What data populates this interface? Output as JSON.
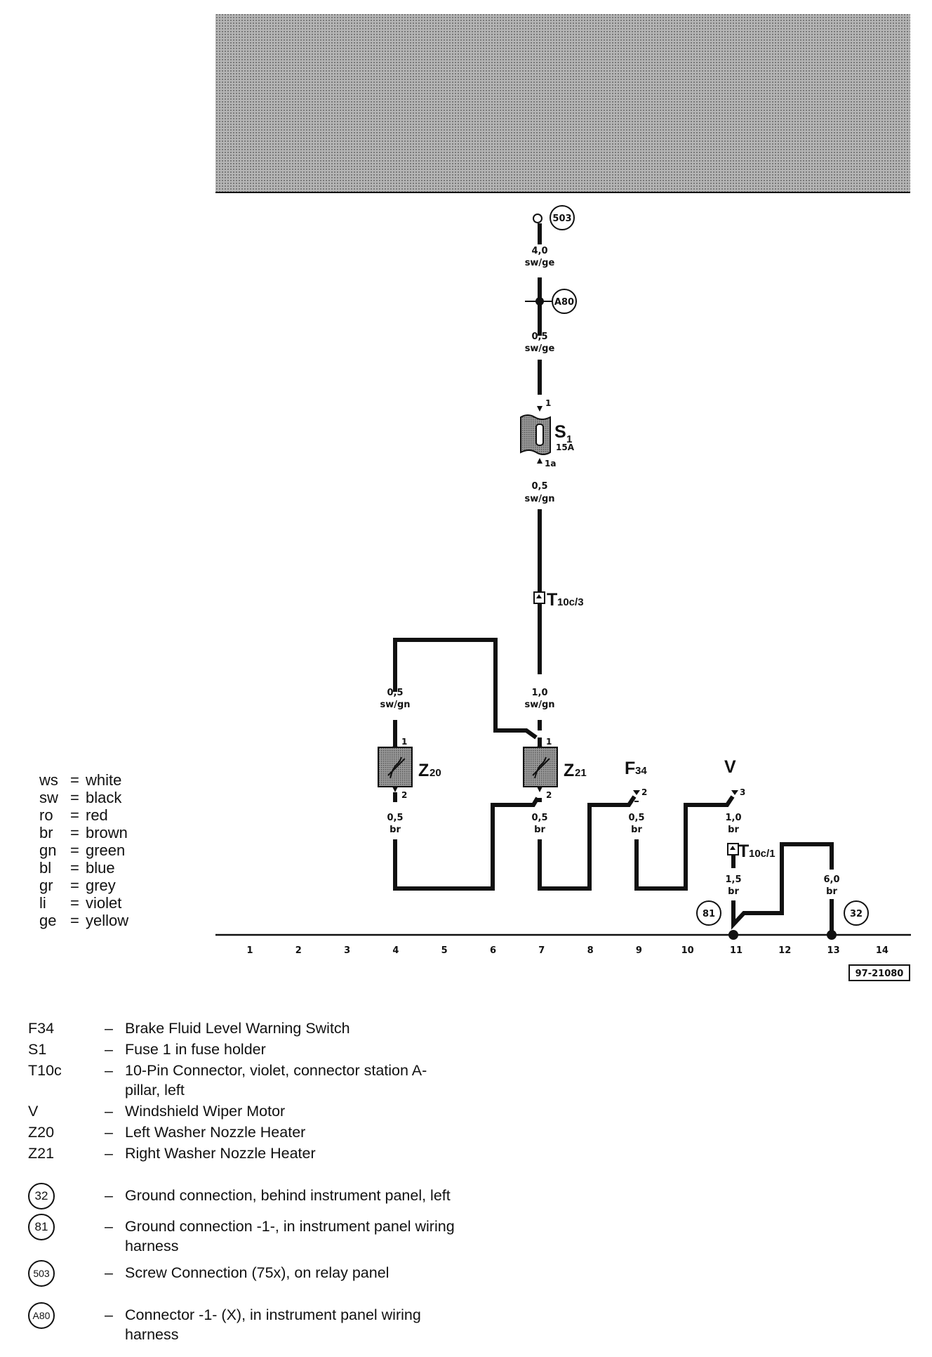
{
  "doc_id": "97-21080",
  "top_connectors": {
    "screw": "503",
    "connector": "A80"
  },
  "wire_labels": {
    "w1_size": "4,0",
    "w1_color": "sw/ge",
    "w2_size": "0,5",
    "w2_color": "sw/ge",
    "w3_size": "0,5",
    "w3_color": "sw/gn",
    "w4_size": "1,0",
    "w4_color": "sw/gn",
    "w5_size": "0,5",
    "w5_color": "sw/gn",
    "w6_size": "0,5",
    "w6_color": "br",
    "w7_size": "0,5",
    "w7_color": "br",
    "w8_size": "0,5",
    "w8_color": "br",
    "w9_size": "1,0",
    "w9_color": "br",
    "w10_size": "1,5",
    "w10_color": "br",
    "w11_size": "6,0",
    "w11_color": "br"
  },
  "components": {
    "s1_main": "S",
    "s1_sub": "1",
    "s1_rating": "15A",
    "t10c3_main": "T",
    "t10c3_sub": "10c/3",
    "t10c1_main": "T",
    "t10c1_sub": "10c/1",
    "z20_main": "Z",
    "z20_sub": "20",
    "z21_main": "Z",
    "z21_sub": "21",
    "f34_main": "F",
    "f34_sub": "34",
    "v_main": "V"
  },
  "pins": {
    "s1_in": "1",
    "s1_out": "1a",
    "z20_in": "1",
    "z20_out": "2",
    "z21_in": "1",
    "z21_out": "2",
    "f34": "2",
    "v": "3"
  },
  "grounds": {
    "g81": "81",
    "g32": "32"
  },
  "axis_numbers": [
    "1",
    "2",
    "3",
    "4",
    "5",
    "6",
    "7",
    "8",
    "9",
    "10",
    "11",
    "12",
    "13",
    "14"
  ],
  "color_codes": [
    {
      "abbr": "ws",
      "eq": "=",
      "name": "white"
    },
    {
      "abbr": "sw",
      "eq": "=",
      "name": "black"
    },
    {
      "abbr": "ro",
      "eq": "=",
      "name": "red"
    },
    {
      "abbr": "br",
      "eq": "=",
      "name": "brown"
    },
    {
      "abbr": "gn",
      "eq": "=",
      "name": "green"
    },
    {
      "abbr": "bl",
      "eq": "=",
      "name": "blue"
    },
    {
      "abbr": "gr",
      "eq": "=",
      "name": "grey"
    },
    {
      "abbr": "li",
      "eq": "=",
      "name": "violet"
    },
    {
      "abbr": "ge",
      "eq": "=",
      "name": "yellow"
    }
  ],
  "legend": [
    {
      "code": "F34",
      "dash": "–",
      "desc": "Brake Fluid Level Warning Switch"
    },
    {
      "code": "S1",
      "dash": "–",
      "desc": "Fuse 1 in fuse holder"
    },
    {
      "code": "T10c",
      "dash": "–",
      "desc": "10-Pin Connector, violet, connector station A-pillar, left"
    },
    {
      "code": "V",
      "dash": "–",
      "desc": "Windshield Wiper Motor"
    },
    {
      "code": "Z20",
      "dash": "–",
      "desc": "Left Washer Nozzle Heater"
    },
    {
      "code": "Z21",
      "dash": "–",
      "desc": "Right Washer Nozzle Heater"
    }
  ],
  "legend_symbols": [
    {
      "code": "32",
      "dash": "–",
      "desc": "Ground connection, behind instrument panel, left"
    },
    {
      "code": "81",
      "dash": "–",
      "desc": "Ground connection -1-, in instrument panel wiring harness"
    },
    {
      "code": "503",
      "dash": "–",
      "desc": "Screw Connection (75x), on relay panel"
    },
    {
      "code": "A80",
      "dash": "–",
      "desc": "Connector -1- (X), in instrument panel wiring harness"
    }
  ],
  "colors": {
    "ink": "#111111",
    "component_fill": "#8c8c8c",
    "header_fill": "#a8a8a8"
  }
}
